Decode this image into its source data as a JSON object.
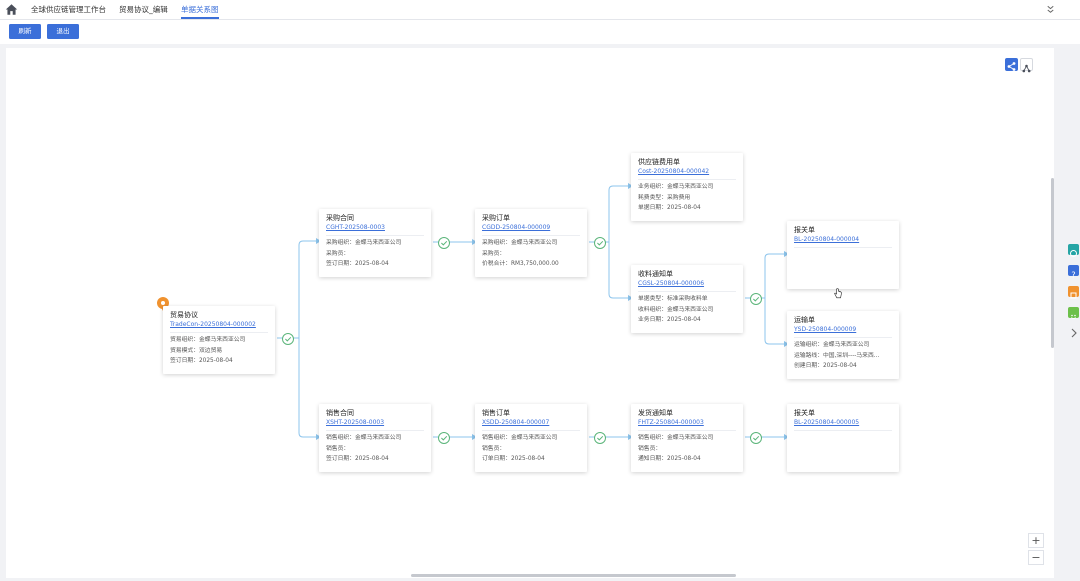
{
  "tabs": [
    {
      "label": "全球供应链管理工作台",
      "active": false
    },
    {
      "label": "贸易协议_编辑",
      "active": false
    },
    {
      "label": "单据关系图",
      "active": true
    }
  ],
  "toolbar": {
    "refresh_label": "刷新",
    "exit_label": "退出"
  },
  "colors": {
    "accent": "#3b6fd9",
    "check": "#5bb57a",
    "origin": "#f0922f",
    "edge": "#8cc4ec"
  },
  "nodes": [
    {
      "id": "trade",
      "title": "贸易协议",
      "code": "TradeCon-20250804-000002",
      "fields": [
        "贸易组织：金蝶马来西亚公司",
        "贸易模式：双边贸易",
        "签订日期：2025-08-04"
      ]
    },
    {
      "id": "pc",
      "title": "采购合同",
      "code": "CGHT-202508-0003",
      "fields": [
        "采购组织：金蝶马来西亚公司",
        "采购员：",
        "签订日期：2025-08-04"
      ]
    },
    {
      "id": "po",
      "title": "采购订单",
      "code": "CGDD-250804-000009",
      "fields": [
        "采购组织：金蝶马来西亚公司",
        "采购员：",
        "价税合计：RM3,750,000.00"
      ]
    },
    {
      "id": "cost",
      "title": "供应链费用单",
      "code": "Cost-20250804-000042",
      "fields": [
        "业务组织：金蝶马来西亚公司",
        "耗费类型：采购费用",
        "单据日期：2025-08-04"
      ]
    },
    {
      "id": "rn",
      "title": "收料通知单",
      "code": "CGSL-250804-000006",
      "fields": [
        "单据类型：标准采购收料单",
        "收料组织：金蝶马来西亚公司",
        "业务日期：2025-08-04"
      ]
    },
    {
      "id": "bl1",
      "title": "报关单",
      "code": "BL-20250804-000004",
      "fields": []
    },
    {
      "id": "ysd",
      "title": "运输单",
      "code": "YSD-250804-000009",
      "fields": [
        "运输组织：金蝶马来西亚公司",
        "运输路线：中国,深圳----马来西...",
        "创建日期：2025-08-04"
      ]
    },
    {
      "id": "sc",
      "title": "销售合同",
      "code": "XSHT-202508-0003",
      "fields": [
        "销售组织：金蝶马来西亚公司",
        "销售员：",
        "签订日期：2025-08-04"
      ]
    },
    {
      "id": "so",
      "title": "销售订单",
      "code": "XSDD-250804-000007",
      "fields": [
        "销售组织：金蝶马来西亚公司",
        "销售员：",
        "订单日期：2025-08-04"
      ]
    },
    {
      "id": "dn",
      "title": "发货通知单",
      "code": "FHTZ-250804-000003",
      "fields": [
        "销售组织：金蝶马来西亚公司",
        "销售员：",
        "通知日期：2025-08-04"
      ]
    },
    {
      "id": "bl2",
      "title": "报关单",
      "code": "BL-20250804-000005",
      "fields": []
    }
  ],
  "zoom": {
    "in_label": "+",
    "out_label": "−"
  }
}
